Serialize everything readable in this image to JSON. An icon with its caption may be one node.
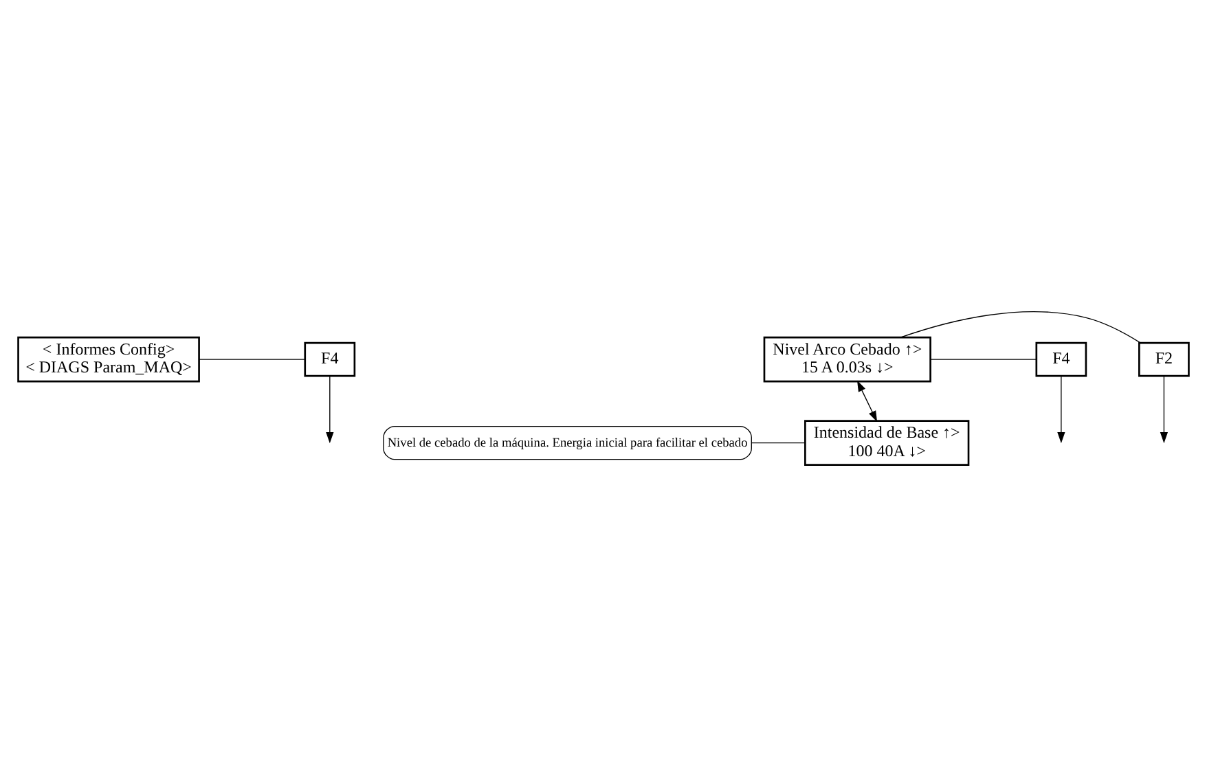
{
  "diagram": {
    "nodes": [
      {
        "text": [
          "< Informes Config>",
          "< DIAGS Param_MAQ>"
        ]
      },
      {
        "text": [
          "F4"
        ]
      },
      {
        "text": [
          "F2"
        ]
      },
      {
        "text": [
          "Nivel Arco Cebado ↑>",
          "15 A 0.03s ↓>"
        ]
      },
      {
        "text": [
          "F4"
        ]
      },
      {
        "text": [
          "Intensidad de Base ↑>",
          "100 40A ↓>"
        ]
      },
      {
        "text": [
          "Nivel de cebado de la máquina. Energia inicial para facilitar el cebado"
        ]
      }
    ],
    "edges": [
      {
        "from": 0,
        "to": 1,
        "arrow": "none"
      },
      {
        "from": 1,
        "to": null,
        "arrow": "to"
      },
      {
        "from": 2,
        "to": null,
        "arrow": "to"
      },
      {
        "from": 3,
        "to": 2,
        "arrow": "none"
      },
      {
        "from": 3,
        "to": 4,
        "arrow": "none"
      },
      {
        "from": 4,
        "to": null,
        "arrow": "to"
      },
      {
        "from": 3,
        "to": 5,
        "arrow": "both"
      },
      {
        "from": 6,
        "to": 5,
        "arrow": "none"
      }
    ]
  }
}
